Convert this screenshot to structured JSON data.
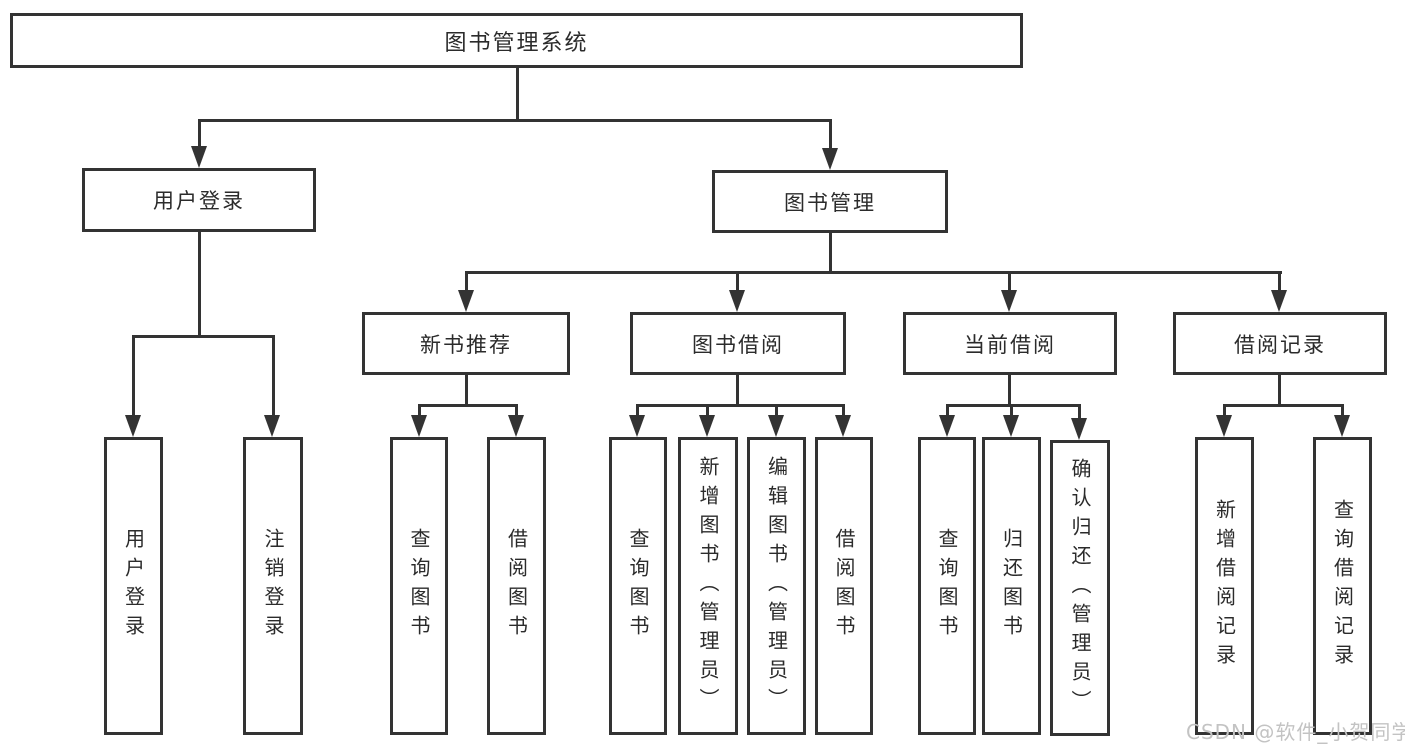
{
  "diagram_type": "tree",
  "colors": {
    "line": "#333333",
    "text": "#2b2b2b",
    "watermark": "#c3c3c3",
    "background": "#ffffff"
  },
  "tree": {
    "label": "图书管理系统",
    "children": [
      {
        "label": "用户登录",
        "children": [
          {
            "label": "用户登录"
          },
          {
            "label": "注销登录"
          }
        ]
      },
      {
        "label": "图书管理",
        "children": [
          {
            "label": "新书推荐",
            "children": [
              {
                "label": "查询图书"
              },
              {
                "label": "借阅图书"
              }
            ]
          },
          {
            "label": "图书借阅",
            "children": [
              {
                "label": "查询图书"
              },
              {
                "label": "新增图书（管理员）"
              },
              {
                "label": "编辑图书（管理员）"
              },
              {
                "label": "借阅图书"
              }
            ]
          },
          {
            "label": "当前借阅",
            "children": [
              {
                "label": "查询图书"
              },
              {
                "label": "归还图书"
              },
              {
                "label": "确认归还（管理员）"
              }
            ]
          },
          {
            "label": "借阅记录",
            "children": [
              {
                "label": "新增借阅记录"
              },
              {
                "label": "查询借阅记录"
              }
            ]
          }
        ]
      }
    ]
  },
  "watermark": {
    "text": "CSDN @软件_小贺同学"
  }
}
